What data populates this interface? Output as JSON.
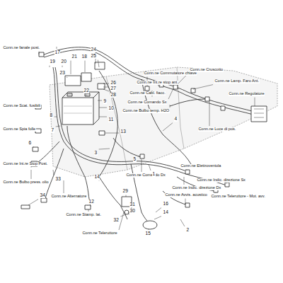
{
  "diagram": {
    "labels": [
      "Conn.ne fanale post.",
      "17",
      "19",
      "20",
      "21",
      "18",
      "24",
      "25",
      "23",
      "22",
      "26",
      "27",
      "28",
      "9",
      "10",
      "11",
      "Conn.ne Scat. fusibili",
      "8",
      "Conn.ne Spia folle",
      "7",
      "6",
      "Conn.ne Int.re Stop Post.",
      "13",
      "3",
      "5",
      "Conn.ne Bulbo press. olio",
      "33",
      "14",
      "Conn.ne Alternatore",
      "12",
      "34",
      "Conn.ne Stamp. lat.",
      "29",
      "31",
      "30",
      "32",
      "Conn.ne Teleruttore",
      "Conn.ne Cruscotto",
      "Conn.ne Commutatore chiave",
      "Conn.ne Int.re stop ant.",
      "Conn.ne Lamp. Faro Ant.",
      "Conn.ne Cabl. fiacc.",
      "Conn.ne Regolatore",
      "Conn.ne Comando Sx",
      "Conn.ne Bulbo temp. H2O",
      "Conn.ne Luce di pos.",
      "4",
      "Conn.ne Comando Dx",
      "Conn.ne Elettroventola",
      "1",
      "Conn.ne Indic. direzione Sx",
      "Conn.ne Indic. direzione Dx",
      "Conn.ne Teleruttore - Mot. avv.",
      "Conn.ne Avvis. acustico",
      "16",
      "14",
      "15",
      "2"
    ]
  }
}
